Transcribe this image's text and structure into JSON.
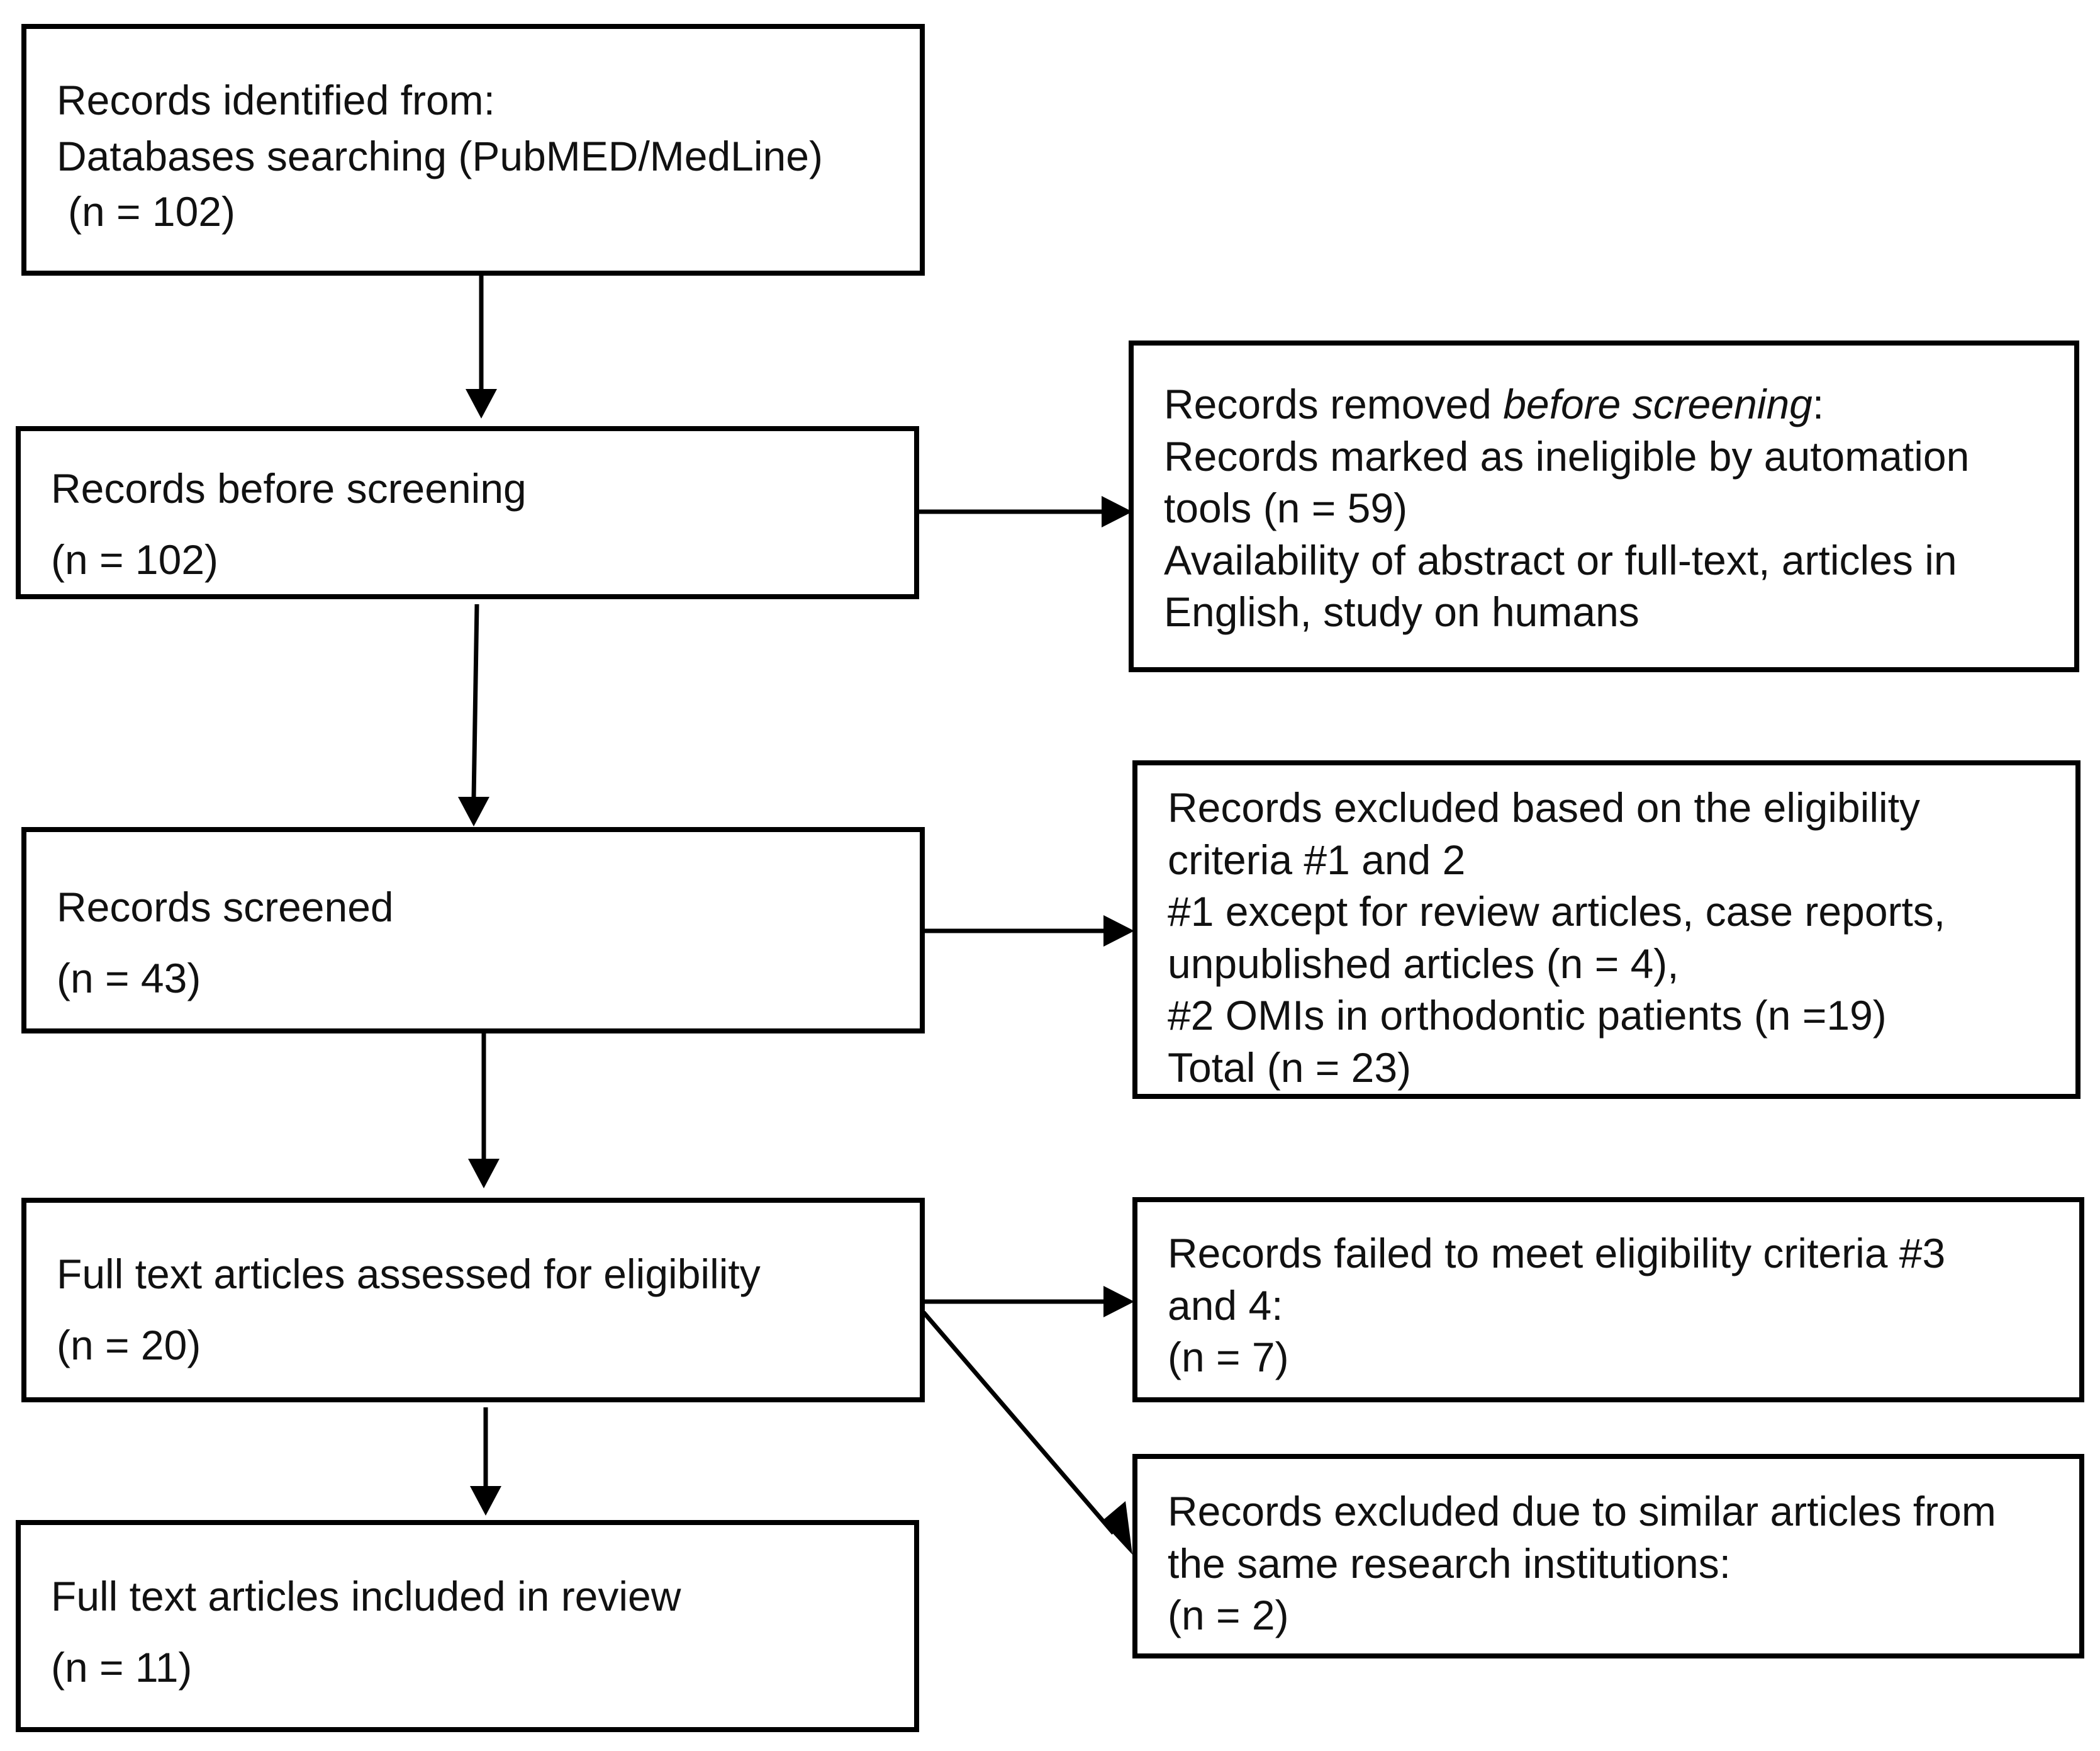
{
  "boxes": {
    "identified": {
      "line1": "Records identified from:",
      "line2": "Databases searching (PubMED/MedLine)",
      "count": "(n = 102)"
    },
    "before_screening": {
      "label": "Records before screening",
      "count": "(n = 102)"
    },
    "removed": {
      "line1_pre": "Records removed ",
      "line1_em": "before screening",
      "line1_post": ":",
      "line2": "Records marked as ineligible by automation",
      "line3": "tools (n = 59)",
      "line4": "Availability of abstract or full-text, articles in",
      "line5": "English, study on humans"
    },
    "screened": {
      "label": "Records screened",
      "count": "(n = 43)"
    },
    "excluded_criteria": {
      "line1": "Records excluded based on the eligibility",
      "line2": "criteria #1 and 2",
      "line3": "#1 except for review articles, case reports,",
      "line4": "unpublished articles (n = 4),",
      "line5": "#2 OMIs in orthodontic patients (n =19)",
      "line6": "Total (n = 23)"
    },
    "assessed": {
      "label": "Full text articles assessed for eligibility",
      "count": "(n = 20)"
    },
    "failed": {
      "line1": "Records failed to meet eligibility criteria #3",
      "line2": "and 4:",
      "count": "(n = 7)"
    },
    "similar": {
      "line1": "Records excluded due to similar articles from",
      "line2": "the same research institutions:",
      "count": "(n = 2)"
    },
    "included": {
      "label": "Full text articles included in review",
      "count": "(n = 11)"
    }
  }
}
